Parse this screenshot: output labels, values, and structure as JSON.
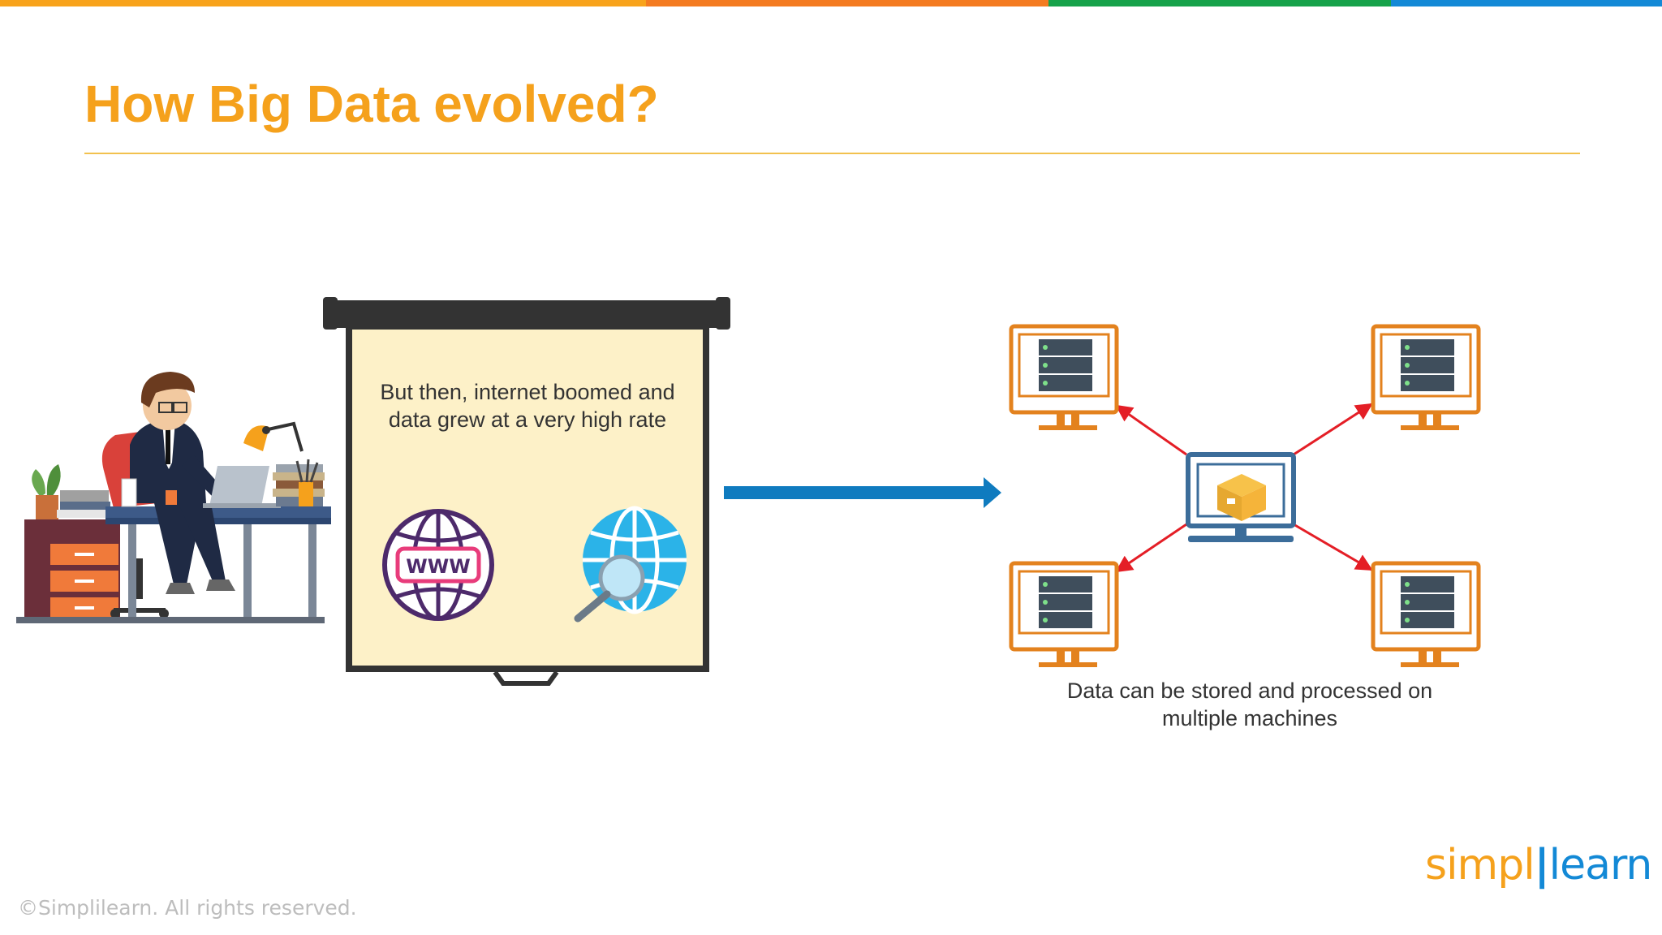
{
  "slide": {
    "title": "How Big Data evolved?",
    "screen_text": "But then, internet boomed and data grew at a very high rate",
    "caption": "Data can be stored and processed on multiple machines",
    "www_label": "WWW",
    "footer": "©Simplilearn. All rights reserved."
  },
  "logo": {
    "part1": "simpl",
    "part2": "learn"
  },
  "colors": {
    "title": "#f5a11c",
    "rule": "#f2c14e",
    "top_bar": [
      "#f8a31b",
      "#f47b20",
      "#17a24a",
      "#1389d6"
    ],
    "arrow_main": "#0f7bbf",
    "connector": "#e41e26",
    "monitor": "#e3821e",
    "center_monitor": "#3c6d9a",
    "logo_orange": "#f5a11c",
    "logo_blue": "#1389d6"
  },
  "icons": {
    "person": "person-at-desk-illustration",
    "www": "www-globe-icon",
    "search": "globe-magnifier-icon",
    "server": "server-monitor-icon",
    "package": "package-icon"
  }
}
